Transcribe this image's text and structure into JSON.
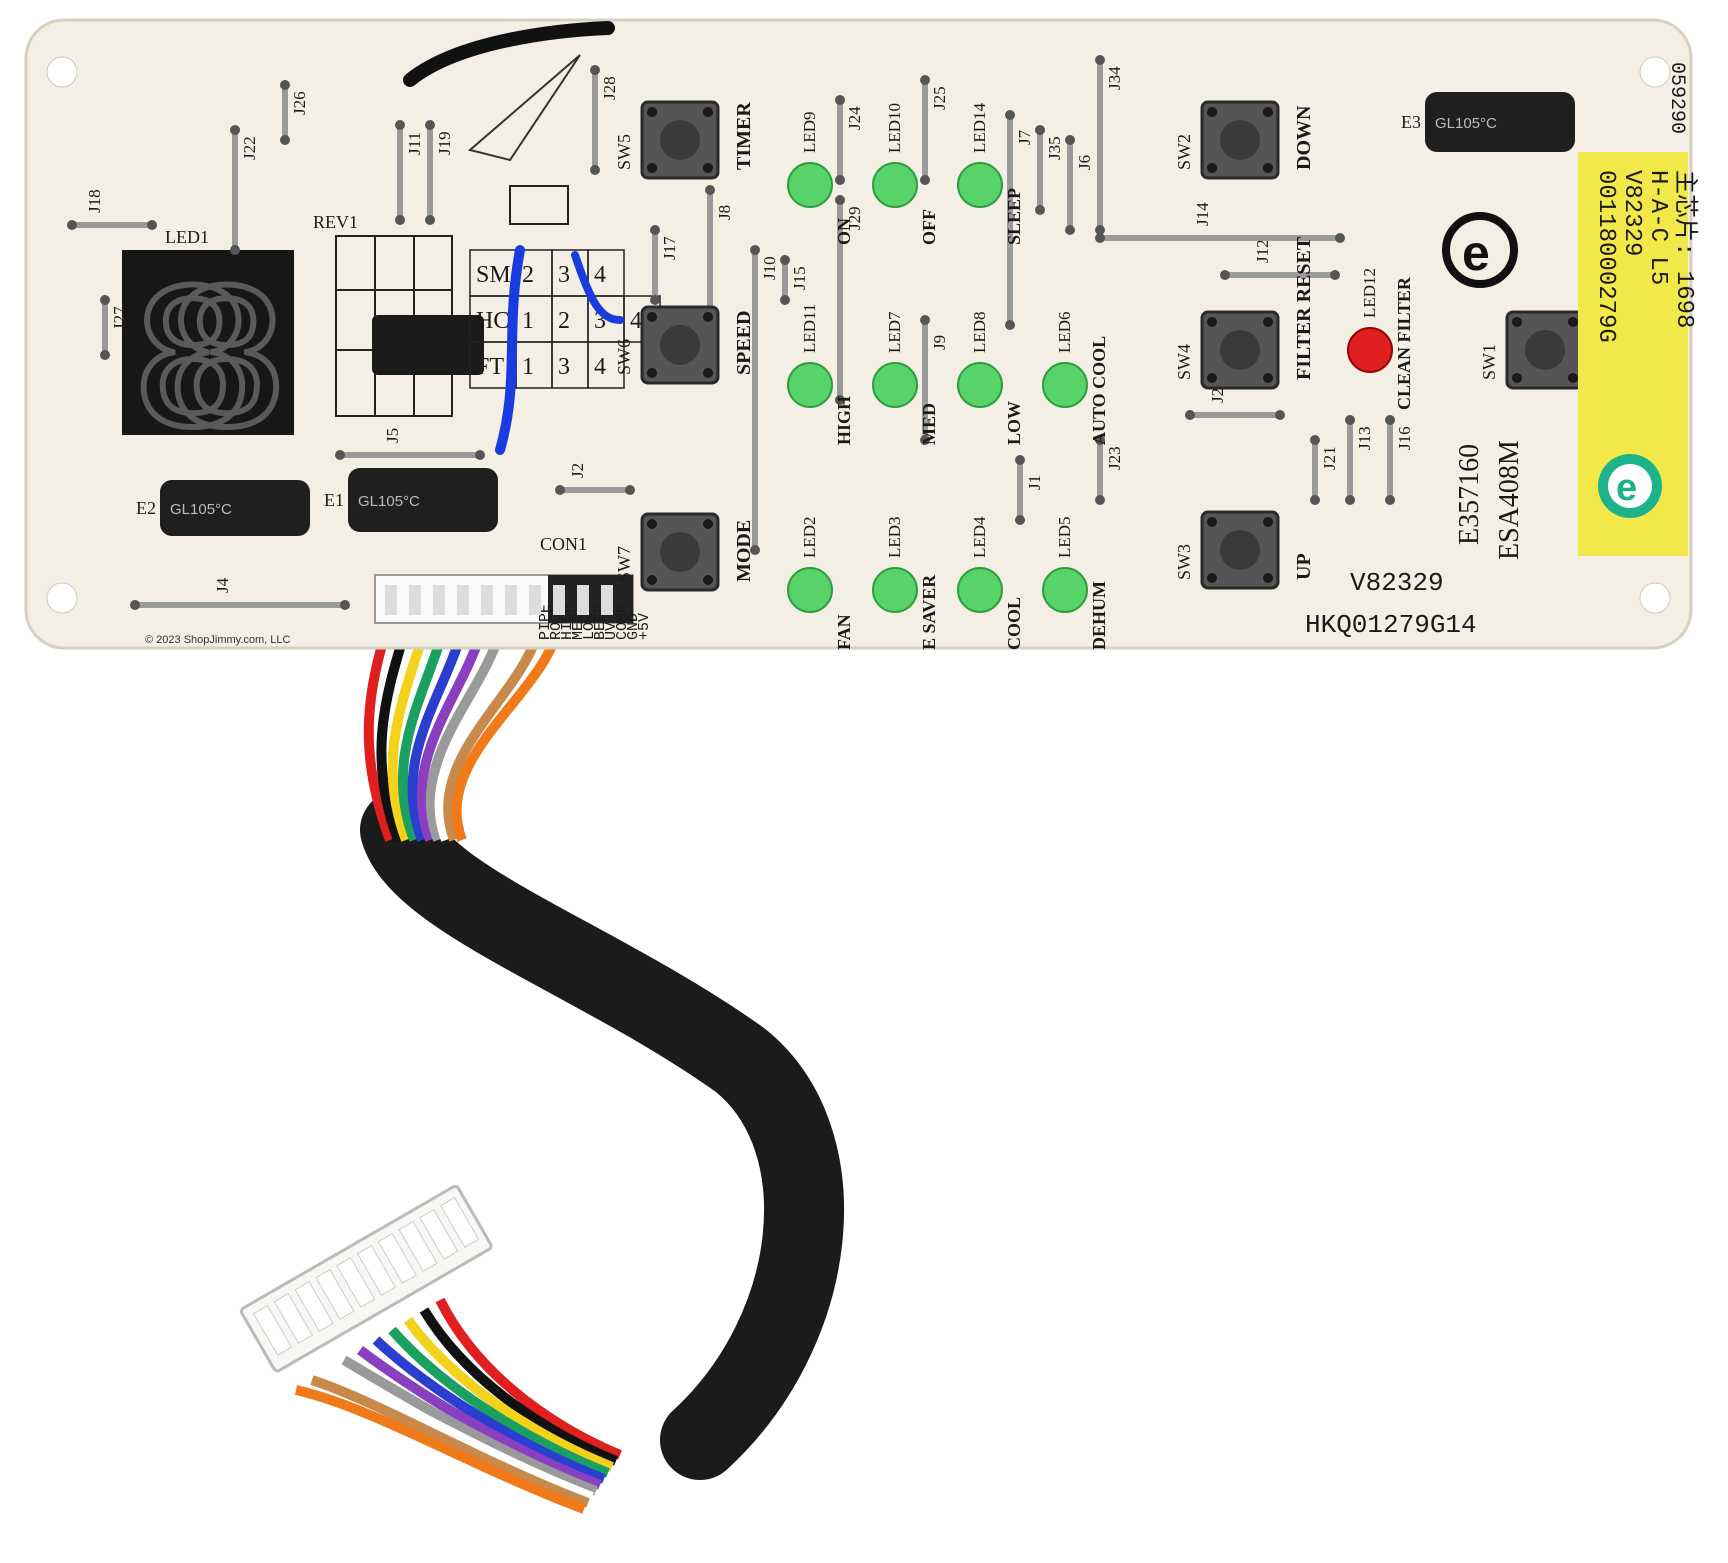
{
  "copyright": "© 2023 ShopJimmy.com, LLC",
  "board": {
    "pcb_color": "#f3efe4",
    "led_green": "#58d36a",
    "led_red": "#e02020",
    "part_numbers": [
      "V82329",
      "HKQ01279G14"
    ],
    "codes": [
      "E357160",
      "ESA408M"
    ],
    "sticker": {
      "color": "#f2e84a",
      "lines": [
        "00118000279G",
        "V82329",
        "H-A-C L5",
        "主芯片: 1698"
      ],
      "edge_code": "059290"
    },
    "display": {
      "ref": "LED1",
      "glyph": "88"
    },
    "rev": {
      "ref": "REV1"
    },
    "connector": {
      "ref": "CON1",
      "pins": [
        "+5V",
        "GND",
        "COMP",
        "UV",
        "BEEP",
        "LOW",
        "MED",
        "HIGH",
        "ROOM",
        "PIPE"
      ]
    },
    "caps": [
      "E1",
      "E2",
      "E3"
    ],
    "cap_marking": "GL105°C",
    "jumpers": [
      "J1",
      "J2",
      "J4",
      "J5",
      "J6",
      "J7",
      "J8",
      "J9",
      "J10",
      "J11",
      "J12",
      "J13",
      "J14",
      "J15",
      "J16",
      "J17",
      "J18",
      "J19",
      "J20",
      "J21",
      "J22",
      "J23",
      "J24",
      "J25",
      "J26",
      "J27",
      "J28",
      "J29",
      "J34",
      "J35"
    ],
    "switches": [
      {
        "ref": "SW5",
        "label": "TIMER"
      },
      {
        "ref": "SW6",
        "label": "SPEED"
      },
      {
        "ref": "SW7",
        "label": "MODE"
      },
      {
        "ref": "SW2",
        "label": "DOWN"
      },
      {
        "ref": "SW4",
        "label": "FILTER RESET"
      },
      {
        "ref": "SW3",
        "label": "UP"
      },
      {
        "ref": "SW1",
        "label": ""
      }
    ],
    "leds": [
      {
        "ref": "LED9",
        "label": "ON"
      },
      {
        "ref": "LED10",
        "label": "OFF"
      },
      {
        "ref": "LED14",
        "label": "SLEEP"
      },
      {
        "ref": "LED11",
        "label": "HIGH"
      },
      {
        "ref": "LED7",
        "label": "MED"
      },
      {
        "ref": "LED8",
        "label": "LOW"
      },
      {
        "ref": "LED6",
        "label": "AUTO COOL"
      },
      {
        "ref": "LED2",
        "label": "FAN"
      },
      {
        "ref": "LED3",
        "label": "E SAVER"
      },
      {
        "ref": "LED4",
        "label": "COOL"
      },
      {
        "ref": "LED5",
        "label": "DEHUM"
      },
      {
        "ref": "LED12",
        "label": "CLEAN FILTER"
      }
    ],
    "selector_table": {
      "rows": [
        [
          "SM",
          "2",
          "3",
          "4"
        ],
        [
          "HC",
          "1",
          "2",
          "3",
          "4"
        ],
        [
          "FT",
          "1",
          "3",
          "4"
        ]
      ]
    }
  },
  "wires": [
    "#e02020",
    "#111111",
    "#f2d21a",
    "#1aa060",
    "#2a3fd0",
    "#8a3fc0",
    "#9a9a9a",
    "#ffffff",
    "#c88a4a",
    "#f07a1a"
  ]
}
